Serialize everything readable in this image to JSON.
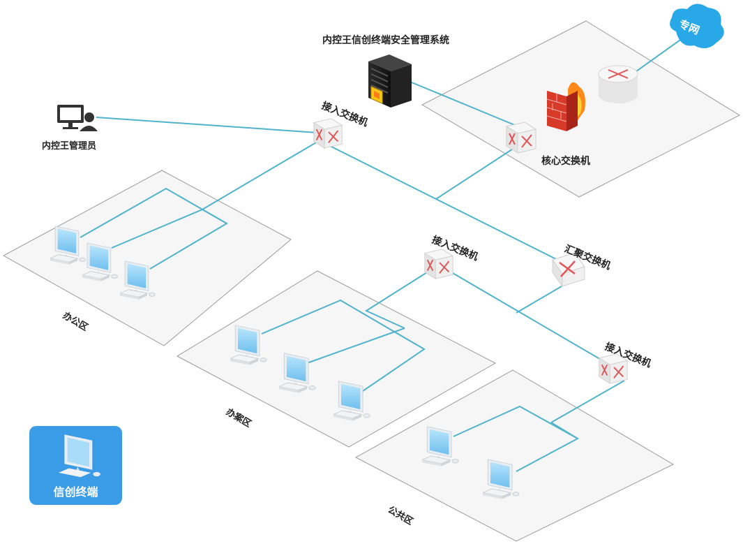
{
  "title": "内控王信创终端安全管理系统",
  "cloud_label": "专网",
  "admin_label": "内控王管理员",
  "core_switch_label": "核心交换机",
  "access_switch_label": "接入交换机",
  "aggregation_switch_label": "汇聚交换机",
  "zones": [
    {
      "label": "办公区"
    },
    {
      "label": "办案区"
    },
    {
      "label": "公共区"
    }
  ],
  "legend_label": "信创终端",
  "colors": {
    "link": "#4fb3cc",
    "legend_bg": "#3a9ce6",
    "cloud": "#29a8e8",
    "screen": "#8fd0f5"
  }
}
